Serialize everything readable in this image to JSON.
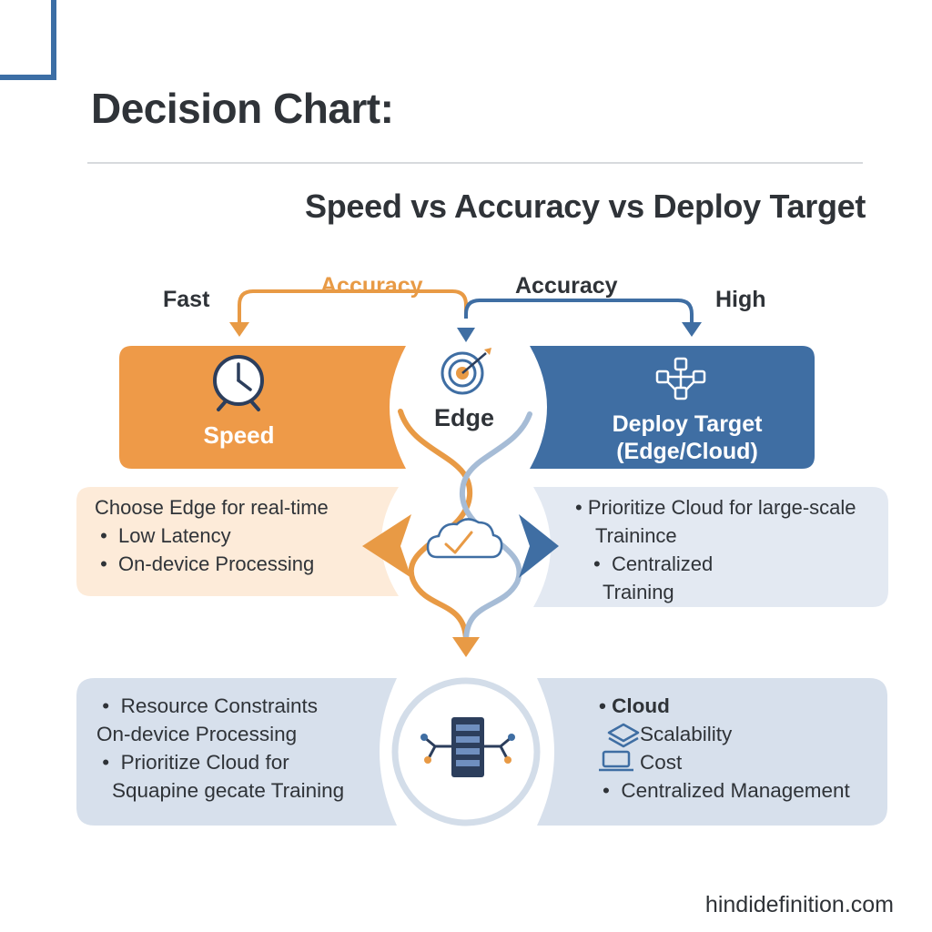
{
  "header": {
    "title": "Decision Chart:",
    "subtitle": "Speed vs Accuracy vs Deploy Target"
  },
  "axis_labels": {
    "left": "Fast",
    "center_left": "Accuracy",
    "center_right": "Accuracy",
    "right": "High"
  },
  "nodes": {
    "speed": {
      "label": "Speed",
      "icon": "clock-icon"
    },
    "edge": {
      "label": "Edge",
      "icon": "target-icon"
    },
    "deploy": {
      "label_line1": "Deploy Target",
      "label_line2": "(Edge/Cloud)",
      "icon": "network-icon"
    }
  },
  "middle_left": {
    "heading": "Choose Edge for real-time",
    "bullets": [
      "Low Latency",
      "On-device Processing"
    ]
  },
  "middle_center": {
    "icon": "cloud-check-icon"
  },
  "middle_right": {
    "line1": "Prioritize Cloud for large-scale",
    "line2": "Trainince",
    "bullet": "Centralized",
    "line4": "Training"
  },
  "bottom_left": {
    "line1": "Resource Constraints",
    "line2": "On-device Processing",
    "line3": "Prioritize Cloud for",
    "line4": "Squapine gecate Training"
  },
  "bottom_center": {
    "icon": "server-icon"
  },
  "bottom_right": {
    "heading": "Cloud",
    "items": [
      {
        "icon": "layers-icon",
        "label": "Scalability"
      },
      {
        "icon": "laptop-icon",
        "label": "Cost"
      }
    ],
    "bullet": "Centralized Management"
  },
  "footer": {
    "text": "hindidefinition.com"
  },
  "colors": {
    "orange": "#e89a45",
    "blue": "#3f6ea3",
    "light_orange": "#fdebd9",
    "light_blue": "#e3e9f2",
    "bottom_blue": "#d7e0ec"
  }
}
